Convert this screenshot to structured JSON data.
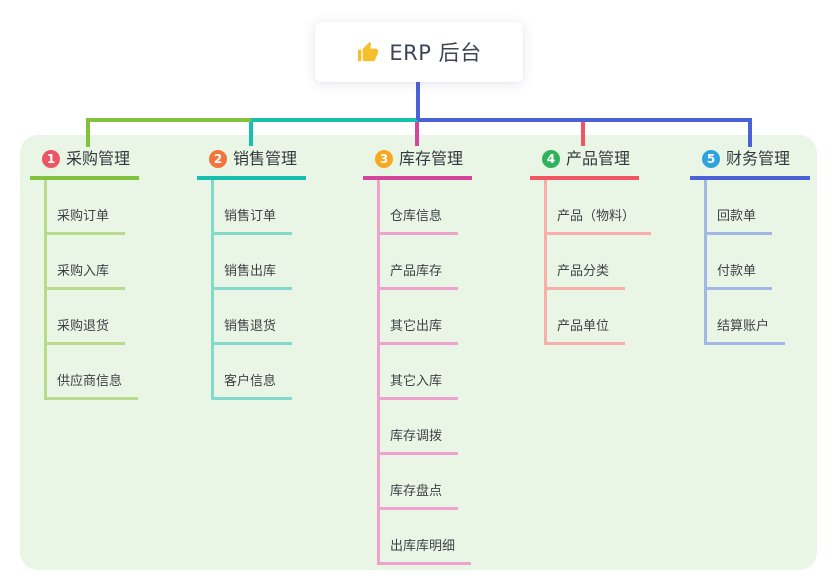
{
  "root": {
    "title": "ERP 后台",
    "icon": "thumbs-up-icon",
    "icon_color": "#f5c02c"
  },
  "colors": {
    "panel_bg": "#eaf6e5",
    "root_stem_blue": "#4a62d8"
  },
  "branches": [
    {
      "index": "1",
      "label": "采购管理",
      "color": "#82c33e",
      "tint": "#b9da8c",
      "badge_color": "#ec5565",
      "children": [
        "采购订单",
        "采购入库",
        "采购退货",
        "供应商信息"
      ]
    },
    {
      "index": "2",
      "label": "销售管理",
      "color": "#17bfae",
      "tint": "#84d9cd",
      "badge_color": "#f4753b",
      "children": [
        "销售订单",
        "销售出库",
        "销售退货",
        "客户信息"
      ]
    },
    {
      "index": "3",
      "label": "库存管理",
      "color": "#d6459c",
      "tint": "#eda3cd",
      "badge_color": "#f8a71f",
      "children": [
        "仓库信息",
        "产品库存",
        "其它出库",
        "其它入库",
        "库存调拨",
        "库存盘点",
        "出库库明细"
      ]
    },
    {
      "index": "4",
      "label": "产品管理",
      "color": "#f25562",
      "tint": "#f8afa9",
      "badge_color": "#2fb35a",
      "children": [
        "产品（物料）",
        "产品分类",
        "产品单位"
      ]
    },
    {
      "index": "5",
      "label": "财务管理",
      "color": "#4a62d8",
      "tint": "#a3b7e4",
      "badge_color": "#2ea3de",
      "children": [
        "回款单",
        "付款单",
        "结算账户"
      ]
    }
  ]
}
